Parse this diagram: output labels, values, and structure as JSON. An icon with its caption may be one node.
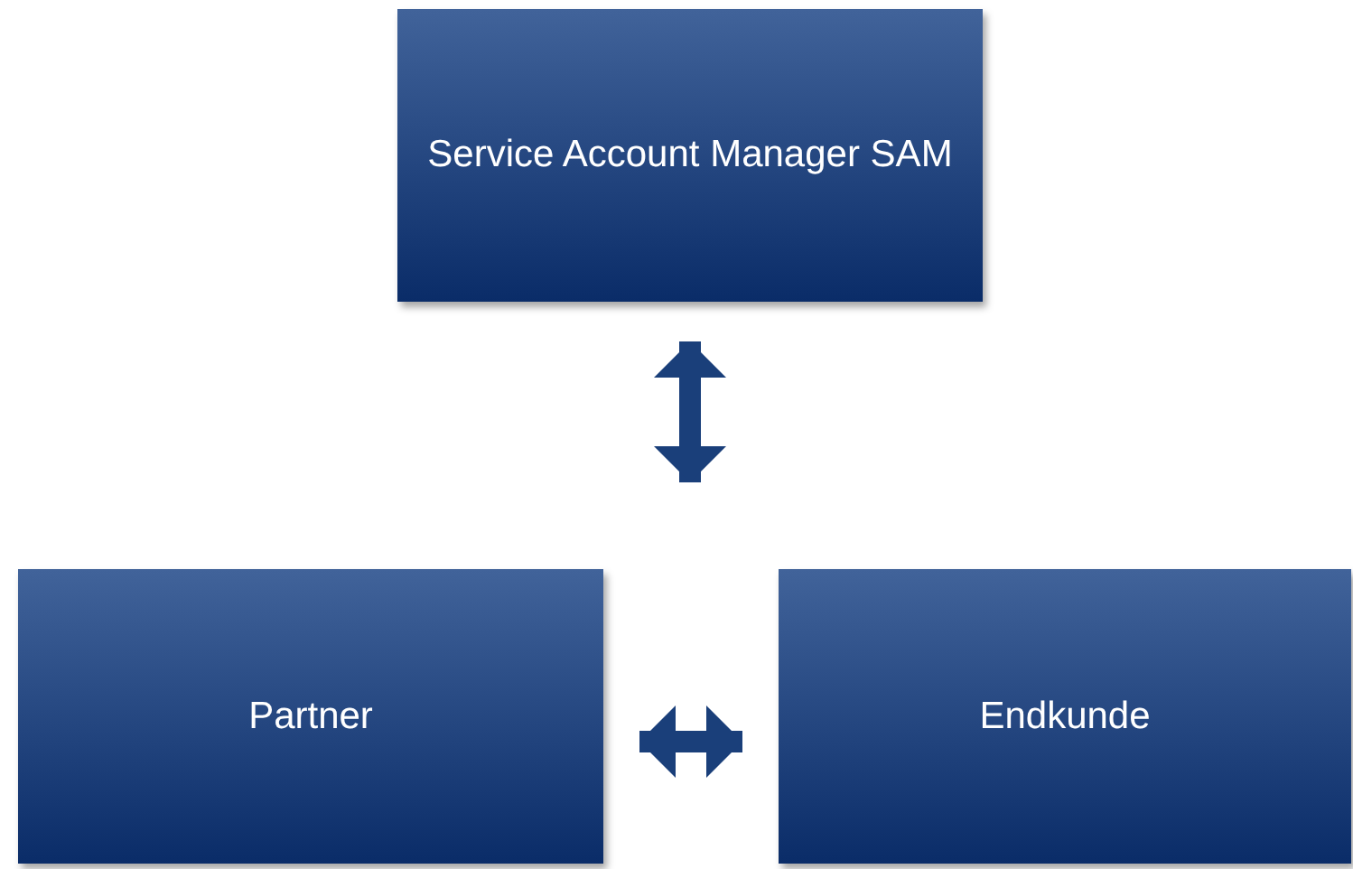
{
  "diagram": {
    "nodes": [
      {
        "text": [
          "Service Account Manager SAM"
        ]
      },
      {
        "text": [
          "Partner"
        ]
      },
      {
        "text": [
          "Endkunde"
        ]
      }
    ],
    "edges": [
      {
        "from": 0,
        "to": null,
        "arrow": "both"
      },
      {
        "from": 1,
        "to": 2,
        "arrow": "both"
      }
    ]
  }
}
